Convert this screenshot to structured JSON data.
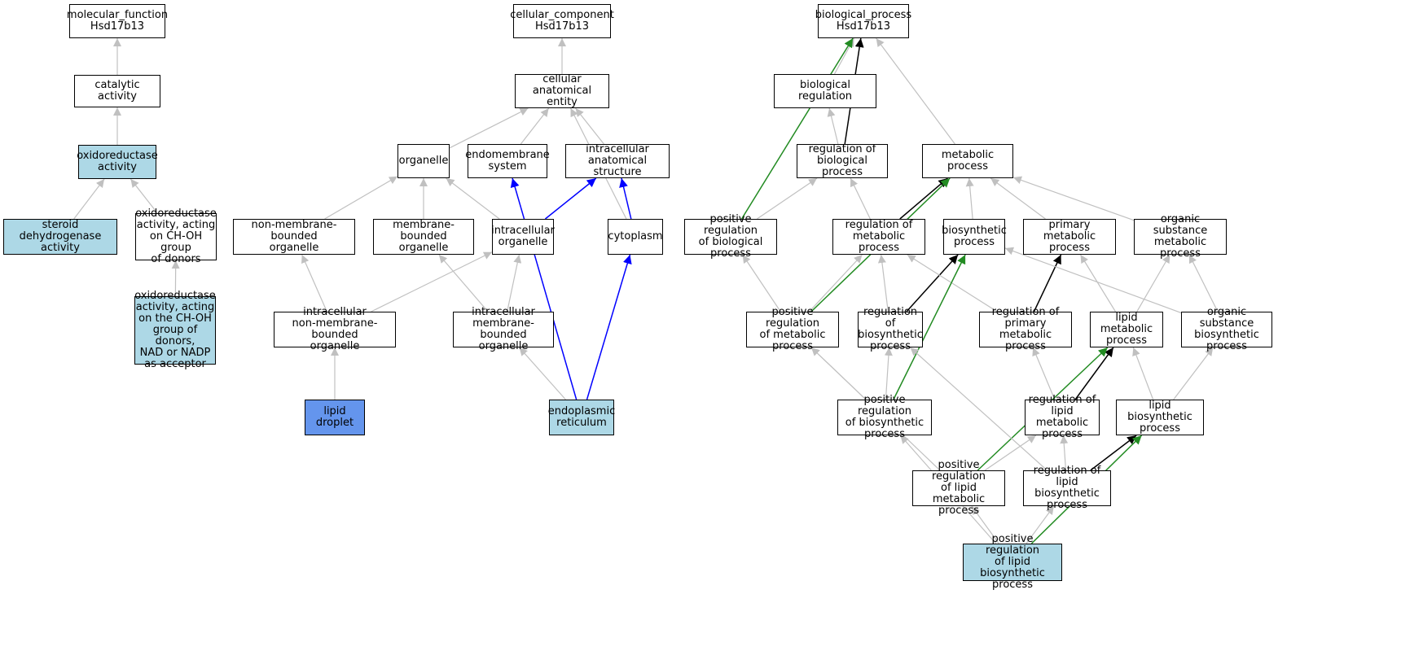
{
  "colors": {
    "default_edge": "#c0c0c0",
    "black_edge": "#000000",
    "blue_edge": "#0000ff",
    "green_edge": "#228b22",
    "highlight_fill": "#add8e6",
    "strong_fill": "#6495ed"
  },
  "nodes": {
    "mf": {
      "label": "molecular_function\nHsd17b13"
    },
    "catalytic": {
      "label": "catalytic activity"
    },
    "oxidored": {
      "label": "oxidoreductase\nactivity"
    },
    "steroid": {
      "label": "steroid dehydrogenase\nactivity"
    },
    "oxich": {
      "label": "oxidoreductase\nactivity, acting\non CH-OH group\nof donors"
    },
    "oxinad": {
      "label": "oxidoreductase\nactivity, acting\non the CH-OH\ngroup of donors,\nNAD or NADP\nas acceptor"
    },
    "cc": {
      "label": "cellular_component\nHsd17b13"
    },
    "cae": {
      "label": "cellular anatomical\nentity"
    },
    "organelle": {
      "label": "organelle"
    },
    "endomem": {
      "label": "endomembrane\nsystem"
    },
    "ias": {
      "label": "intracellular\nanatomical structure"
    },
    "nmbo": {
      "label": "non-membrane-bounded\norganelle"
    },
    "mbo": {
      "label": "membrane-bounded\norganelle"
    },
    "io": {
      "label": "intracellular\norganelle"
    },
    "cyto": {
      "label": "cytoplasm"
    },
    "inmbo": {
      "label": "intracellular\nnon-membrane-bounded\norganelle"
    },
    "imbo": {
      "label": "intracellular\nmembrane-bounded\norganelle"
    },
    "ld": {
      "label": "lipid droplet"
    },
    "er": {
      "label": "endoplasmic\nreticulum"
    },
    "bp": {
      "label": "biological_process\nHsd17b13"
    },
    "breg": {
      "label": "biological regulation"
    },
    "rbp": {
      "label": "regulation of\nbiological process"
    },
    "mp": {
      "label": "metabolic process"
    },
    "prbp": {
      "label": "positive regulation\nof biological\nprocess"
    },
    "rmp": {
      "label": "regulation of\nmetabolic process"
    },
    "bsp": {
      "label": "biosynthetic\nprocess"
    },
    "pmp": {
      "label": "primary metabolic\nprocess"
    },
    "osmp": {
      "label": "organic substance\nmetabolic process"
    },
    "prmp": {
      "label": "positive regulation\nof metabolic\nprocess"
    },
    "rbsp": {
      "label": "regulation of\nbiosynthetic\nprocess"
    },
    "rpmp": {
      "label": "regulation of\nprimary metabolic\nprocess"
    },
    "lmp": {
      "label": "lipid metabolic\nprocess"
    },
    "osbp": {
      "label": "organic substance\nbiosynthetic\nprocess"
    },
    "prbsp": {
      "label": "positive regulation\nof biosynthetic\nprocess"
    },
    "rlmp": {
      "label": "regulation of\nlipid metabolic\nprocess"
    },
    "lbp": {
      "label": "lipid biosynthetic\nprocess"
    },
    "prlmp": {
      "label": "positive regulation\nof lipid metabolic\nprocess"
    },
    "rlbp": {
      "label": "regulation of\nlipid biosynthetic\nprocess"
    },
    "prlbp": {
      "label": "positive regulation\nof lipid biosynthetic\nprocess"
    }
  },
  "edges": [
    {
      "from": "catalytic",
      "to": "mf",
      "color": "gray"
    },
    {
      "from": "oxidored",
      "to": "catalytic",
      "color": "gray"
    },
    {
      "from": "steroid",
      "to": "oxidored",
      "color": "gray"
    },
    {
      "from": "oxich",
      "to": "oxidored",
      "color": "gray"
    },
    {
      "from": "oxinad",
      "to": "oxich",
      "color": "gray"
    },
    {
      "from": "cae",
      "to": "cc",
      "color": "gray"
    },
    {
      "from": "organelle",
      "to": "cae",
      "color": "gray"
    },
    {
      "from": "endomem",
      "to": "cae",
      "color": "gray"
    },
    {
      "from": "ias",
      "to": "cae",
      "color": "gray"
    },
    {
      "from": "cyto",
      "to": "cae",
      "color": "gray"
    },
    {
      "from": "nmbo",
      "to": "organelle",
      "color": "gray"
    },
    {
      "from": "mbo",
      "to": "organelle",
      "color": "gray"
    },
    {
      "from": "io",
      "to": "organelle",
      "color": "gray"
    },
    {
      "from": "io",
      "to": "ias",
      "color": "blue"
    },
    {
      "from": "cyto",
      "to": "ias",
      "color": "blue"
    },
    {
      "from": "inmbo",
      "to": "nmbo",
      "color": "gray"
    },
    {
      "from": "inmbo",
      "to": "io",
      "color": "gray"
    },
    {
      "from": "imbo",
      "to": "mbo",
      "color": "gray"
    },
    {
      "from": "imbo",
      "to": "io",
      "color": "gray"
    },
    {
      "from": "ld",
      "to": "inmbo",
      "color": "gray"
    },
    {
      "from": "er",
      "to": "imbo",
      "color": "gray"
    },
    {
      "from": "er",
      "to": "endomem",
      "color": "blue"
    },
    {
      "from": "er",
      "to": "cyto",
      "color": "blue"
    },
    {
      "from": "breg",
      "to": "bp",
      "color": "gray"
    },
    {
      "from": "mp",
      "to": "bp",
      "color": "gray"
    },
    {
      "from": "rbp",
      "to": "breg",
      "color": "gray"
    },
    {
      "from": "rbp",
      "to": "bp",
      "color": "black"
    },
    {
      "from": "prbp",
      "to": "bp",
      "color": "green"
    },
    {
      "from": "prbp",
      "to": "rbp",
      "color": "gray"
    },
    {
      "from": "rmp",
      "to": "rbp",
      "color": "gray"
    },
    {
      "from": "rmp",
      "to": "mp",
      "color": "black"
    },
    {
      "from": "bsp",
      "to": "mp",
      "color": "gray"
    },
    {
      "from": "pmp",
      "to": "mp",
      "color": "gray"
    },
    {
      "from": "osmp",
      "to": "mp",
      "color": "gray"
    },
    {
      "from": "prmp",
      "to": "prbp",
      "color": "gray"
    },
    {
      "from": "prmp",
      "to": "rmp",
      "color": "gray"
    },
    {
      "from": "prmp",
      "to": "mp",
      "color": "green"
    },
    {
      "from": "rbsp",
      "to": "rmp",
      "color": "gray"
    },
    {
      "from": "rbsp",
      "to": "bsp",
      "color": "black"
    },
    {
      "from": "rpmp",
      "to": "rmp",
      "color": "gray"
    },
    {
      "from": "rpmp",
      "to": "pmp",
      "color": "black"
    },
    {
      "from": "lmp",
      "to": "pmp",
      "color": "gray"
    },
    {
      "from": "lmp",
      "to": "osmp",
      "color": "gray"
    },
    {
      "from": "osbp",
      "to": "bsp",
      "color": "gray"
    },
    {
      "from": "osbp",
      "to": "osmp",
      "color": "gray"
    },
    {
      "from": "prbsp",
      "to": "prmp",
      "color": "gray"
    },
    {
      "from": "prbsp",
      "to": "rbsp",
      "color": "gray"
    },
    {
      "from": "prbsp",
      "to": "bsp",
      "color": "green"
    },
    {
      "from": "rlmp",
      "to": "rpmp",
      "color": "gray"
    },
    {
      "from": "rlmp",
      "to": "lmp",
      "color": "black"
    },
    {
      "from": "lbp",
      "to": "lmp",
      "color": "gray"
    },
    {
      "from": "lbp",
      "to": "osbp",
      "color": "gray"
    },
    {
      "from": "prlmp",
      "to": "prmp",
      "color": "gray"
    },
    {
      "from": "prlmp",
      "to": "rlmp",
      "color": "gray"
    },
    {
      "from": "prlmp",
      "to": "lmp",
      "color": "green"
    },
    {
      "from": "rlbp",
      "to": "rbsp",
      "color": "gray"
    },
    {
      "from": "rlbp",
      "to": "rlmp",
      "color": "gray"
    },
    {
      "from": "rlbp",
      "to": "lbp",
      "color": "black"
    },
    {
      "from": "prlbp",
      "to": "prbsp",
      "color": "gray"
    },
    {
      "from": "prlbp",
      "to": "prlmp",
      "color": "gray"
    },
    {
      "from": "prlbp",
      "to": "rlbp",
      "color": "gray"
    },
    {
      "from": "prlbp",
      "to": "lbp",
      "color": "green"
    }
  ]
}
